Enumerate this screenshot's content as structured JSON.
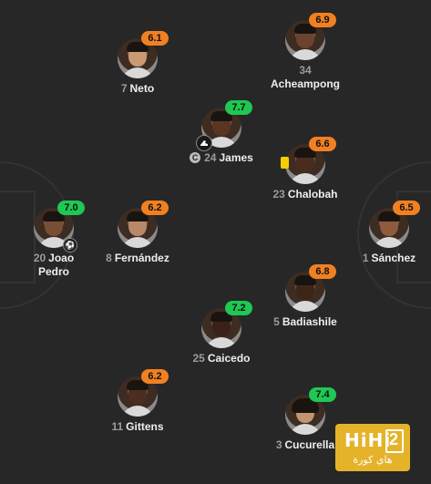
{
  "players": [
    {
      "key": "neto",
      "number": "7",
      "name": "Neto",
      "rating": "6.1",
      "rating_color": "#f08022"
    },
    {
      "key": "acheampong",
      "number": "34",
      "name": "Acheampong",
      "rating": "6.9",
      "rating_color": "#f08022"
    },
    {
      "key": "james",
      "number": "24",
      "name": "James",
      "rating": "7.7",
      "rating_color": "#1ec853",
      "captain_label": "C",
      "event_icon": "boot-assist-icon"
    },
    {
      "key": "chalobah",
      "number": "23",
      "name": "Chalobah",
      "rating": "6.6",
      "rating_color": "#f08022",
      "event_icon": "yellow-card-icon"
    },
    {
      "key": "joao-pedro",
      "number": "20",
      "name": "Joao",
      "name_line2": "Pedro",
      "rating": "7.0",
      "rating_color": "#1ec853",
      "event_icon": "goal-ball-icon"
    },
    {
      "key": "fernandez",
      "number": "8",
      "name": "Fernández",
      "rating": "6.2",
      "rating_color": "#f08022"
    },
    {
      "key": "sanchez",
      "number": "1",
      "name": "Sánchez",
      "rating": "6.5",
      "rating_color": "#f08022"
    },
    {
      "key": "badiashile",
      "number": "5",
      "name": "Badiashile",
      "rating": "6.8",
      "rating_color": "#f08022"
    },
    {
      "key": "caicedo",
      "number": "25",
      "name": "Caicedo",
      "rating": "7.2",
      "rating_color": "#1ec853"
    },
    {
      "key": "gittens",
      "number": "11",
      "name": "Gittens",
      "rating": "6.2",
      "rating_color": "#f08022"
    },
    {
      "key": "cucurella",
      "number": "3",
      "name": "Cucurella",
      "rating": "7.4",
      "rating_color": "#1ec853"
    }
  ],
  "watermark": {
    "mark": "HiHi",
    "digit": "2",
    "sub": "هاي كورة"
  },
  "colors": {
    "background": "#272727",
    "rating_orange": "#f08022",
    "rating_green": "#1ec853",
    "watermark": "#e4b32a"
  }
}
